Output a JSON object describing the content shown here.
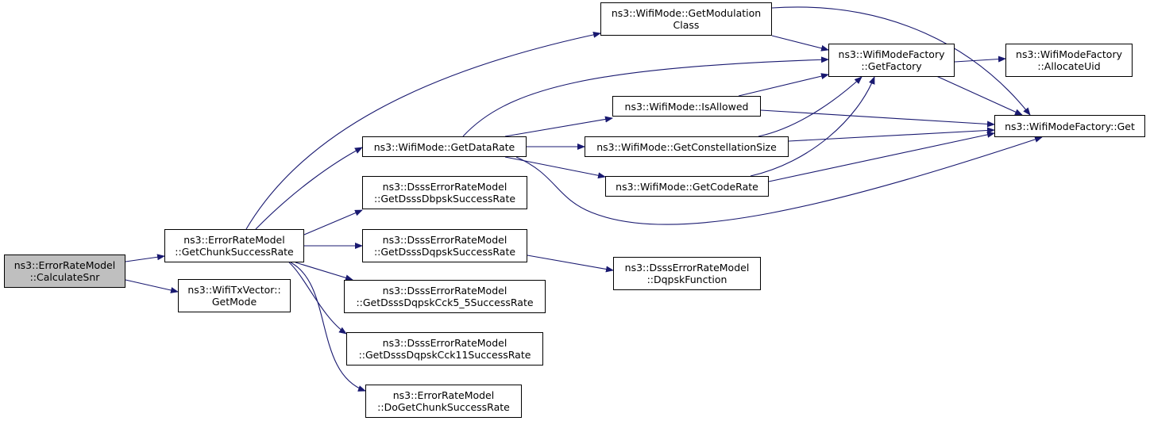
{
  "colors": {
    "edge": "#191970",
    "root_fill": "#bfbfbf",
    "node_fill": "#ffffff",
    "border": "#000000"
  },
  "nodes": {
    "calculatesnr": {
      "line1": "ns3::ErrorRateModel",
      "line2": "::CalculateSnr"
    },
    "getchunksuccessrate": {
      "line1": "ns3::ErrorRateModel",
      "line2": "::GetChunkSuccessRate"
    },
    "txvector_getmode": {
      "line1": "ns3::WifiTxVector::",
      "line2": "GetMode"
    },
    "getmodulationclass": {
      "line1": "ns3::WifiMode::GetModulation",
      "line2": "Class"
    },
    "getdatarate": {
      "line1": "ns3::WifiMode::GetDataRate"
    },
    "dbpsk": {
      "line1": "ns3::DsssErrorRateModel",
      "line2": "::GetDsssDbpskSuccessRate"
    },
    "dqpsk": {
      "line1": "ns3::DsssErrorRateModel",
      "line2": "::GetDsssDqpskSuccessRate"
    },
    "cck55": {
      "line1": "ns3::DsssErrorRateModel",
      "line2": "::GetDsssDqpskCck5_5SuccessRate"
    },
    "cck11": {
      "line1": "ns3::DsssErrorRateModel",
      "line2": "::GetDsssDqpskCck11SuccessRate"
    },
    "dogetchunk": {
      "line1": "ns3::ErrorRateModel",
      "line2": "::DoGetChunkSuccessRate"
    },
    "getfactory": {
      "line1": "ns3::WifiModeFactory",
      "line2": "::GetFactory"
    },
    "isallowed": {
      "line1": "ns3::WifiMode::IsAllowed"
    },
    "constellation": {
      "line1": "ns3::WifiMode::GetConstellationSize"
    },
    "coderate": {
      "line1": "ns3::WifiMode::GetCodeRate"
    },
    "dqpskfunction": {
      "line1": "ns3::DsssErrorRateModel",
      "line2": "::DqpskFunction"
    },
    "allocateuid": {
      "line1": "ns3::WifiModeFactory",
      "line2": "::AllocateUid"
    },
    "factoryget": {
      "line1": "ns3::WifiModeFactory::Get"
    }
  }
}
